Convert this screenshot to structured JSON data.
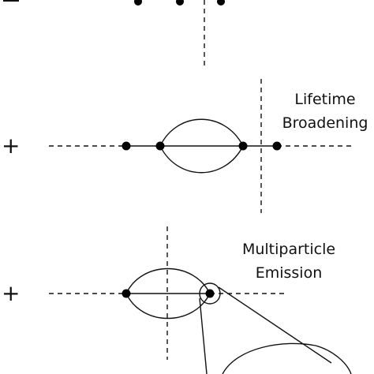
{
  "diagram": {
    "rows": [
      {
        "sign": "=",
        "label": []
      },
      {
        "sign": "+",
        "label": [
          "Lifetime",
          "Broadening"
        ]
      },
      {
        "sign": "+",
        "label": [
          "Multiparticle",
          "Emission"
        ]
      }
    ]
  }
}
